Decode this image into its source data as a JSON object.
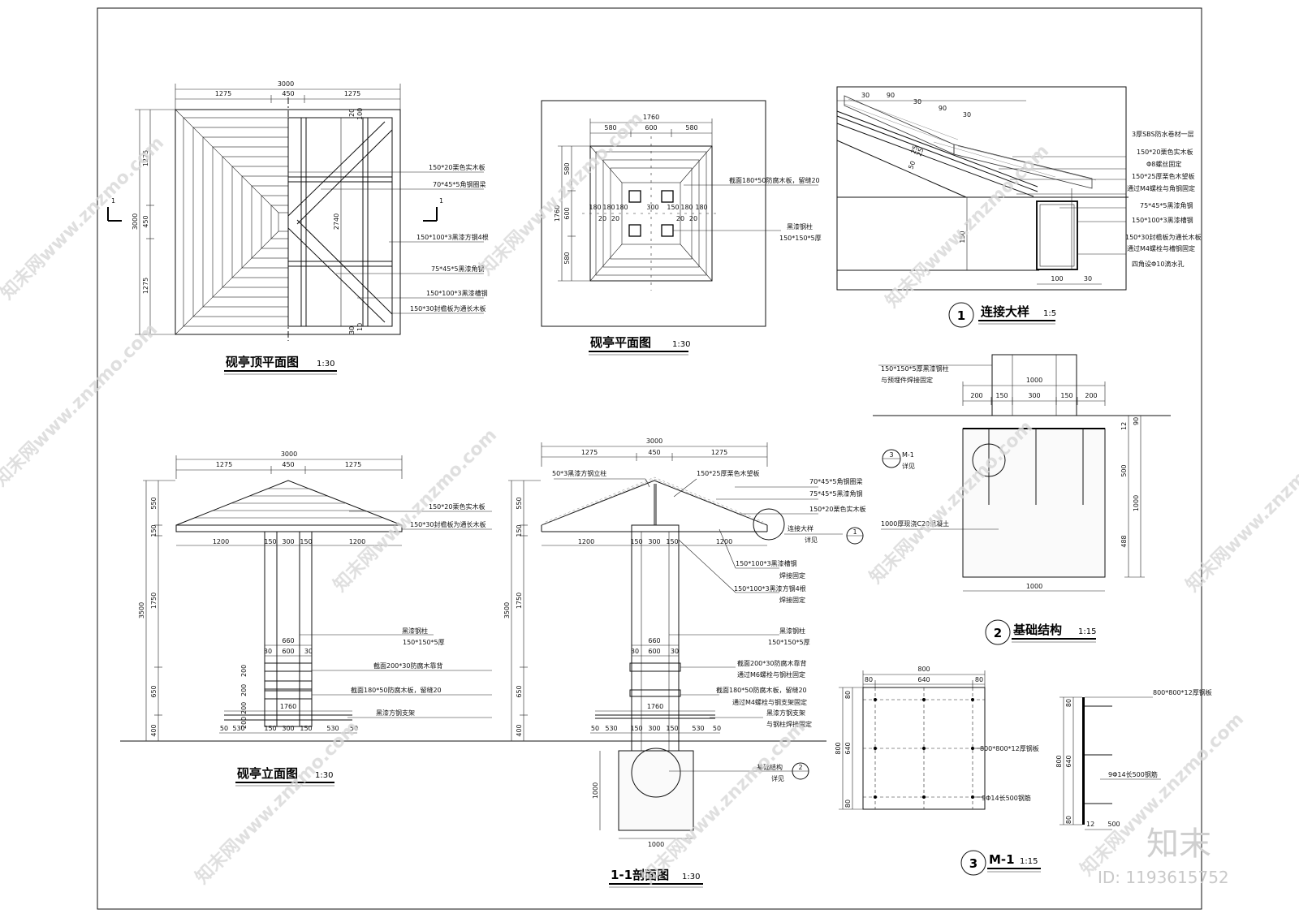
{
  "drawings": {
    "roof_plan": {
      "title": "砚亭顶平面图",
      "scale": "1:30",
      "dims_top": {
        "total": "3000",
        "a": "1275",
        "b": "450",
        "c": "1275"
      },
      "dims_left": {
        "total": "3000",
        "a": "1275",
        "b": "450",
        "c": "1275"
      },
      "dim_inner": "2740",
      "dim_edge_top": "20",
      "dim_edge_top2": "100",
      "dim_edge_bottom": "30",
      "dim_edge_bottom2": "10",
      "section_mark": "1",
      "labels": [
        "150*20栗色实木板",
        "70*45*5角钢圈梁",
        "150*100*3黑漆方钢4根",
        "75*45*5黑漆角钢",
        "150*100*3黑漆槽钢",
        "150*30封檐板为通长木板"
      ]
    },
    "floor_plan": {
      "title": "砚亭平面图",
      "scale": "1:30",
      "dims_top": {
        "total": "1760",
        "a": "580",
        "b": "600",
        "c": "580"
      },
      "dims_left": {
        "total": "1760",
        "a": "580",
        "b": "600",
        "c": "580"
      },
      "dims_row": [
        "180",
        "180",
        "180",
        "300",
        "150",
        "180",
        "180"
      ],
      "dims_small": [
        "20",
        "20",
        "20",
        "20"
      ],
      "labels": [
        "截面180*50防腐木板，留缝20",
        "黑漆钢柱",
        "150*150*5厚"
      ]
    },
    "detail1": {
      "title": "连接大样",
      "num": "1",
      "scale": "1:5",
      "dims_top": [
        "30",
        "90",
        "30",
        "90",
        "30"
      ],
      "dims_side": [
        "25",
        "25",
        "50"
      ],
      "dim_150": "150",
      "dims_bottom": [
        "100",
        "30"
      ],
      "labels": [
        "3厚SBS防水卷材一层",
        "150*20栗色实木板",
        "Φ8螺丝固定",
        "150*25厚栗色木望板",
        "通过M4螺栓与角钢固定",
        "75*45*5黑漆角钢",
        "150*100*3黑漆槽钢",
        "150*30封檐板为通长木板",
        "通过M4螺栓与槽钢固定",
        "四角设Φ10滴水孔"
      ]
    },
    "elevation": {
      "title": "砚亭立面图",
      "scale": "1:30",
      "dims_top": {
        "total": "3000",
        "a": "1275",
        "b": "450",
        "c": "1275"
      },
      "dims_mid": [
        "1200",
        "150",
        "300",
        "150",
        "1200"
      ],
      "dims_left": {
        "total": "3500",
        "a": "550",
        "b": "150",
        "c": "1750",
        "d": "650",
        "e": "400"
      },
      "dims_bench": [
        "660",
        "30",
        "600",
        "30"
      ],
      "dims_bench_v": [
        "200",
        "200",
        "200",
        "200"
      ],
      "dim_1760": "1760",
      "dims_bottom": [
        "50",
        "530",
        "150",
        "300",
        "150",
        "530",
        "50"
      ],
      "labels": [
        "150*20栗色实木板",
        "150*30封檐板为通长木板",
        "黑漆钢柱",
        "150*150*5厚",
        "截面200*30防腐木靠背",
        "截面180*50防腐木板，留缝20",
        "黑漆方钢支架"
      ]
    },
    "section": {
      "title": "1-1剖面图",
      "scale": "1:30",
      "dims_top": {
        "total": "3000",
        "a": "1275",
        "b": "450",
        "c": "1275"
      },
      "dims_mid": [
        "1200",
        "150",
        "300",
        "150",
        "1200"
      ],
      "dims_left": {
        "total": "3500",
        "a": "550",
        "b": "150",
        "c": "1750",
        "d": "650",
        "e": "400"
      },
      "dims_bench": [
        "660",
        "30",
        "600",
        "30"
      ],
      "dim_1760": "1760",
      "dims_bottom": [
        "50",
        "530",
        "150",
        "300",
        "150",
        "530",
        "50"
      ],
      "dim_foundation": "1000",
      "dim_foundation_w": "1000",
      "labels_top": [
        "50*3黑漆方钢立柱",
        "150*25厚栗色木望板",
        "70*45*5角钢圈梁",
        "75*45*5黑漆角钢",
        "150*20栗色实木板",
        "连接大样",
        "详见"
      ],
      "labels_right": [
        "150*100*3黑漆槽钢",
        "焊接固定",
        "150*100*3黑漆方钢4根",
        "焊接固定",
        "黑漆钢柱",
        "150*150*5厚",
        "截面200*30防腐木靠背",
        "通过M6螺栓与钢柱固定",
        "截面180*50防腐木板，留缝20",
        "通过M4螺栓与钢支架固定",
        "黑漆方钢支架",
        "与钢柱焊接固定",
        "基础结构",
        "详见"
      ],
      "ref1": "1",
      "ref2": "2"
    },
    "foundation": {
      "title": "基础结构",
      "num": "2",
      "scale": "1:15",
      "dims_top": {
        "total": "1000",
        "a": "200",
        "b": "150",
        "c": "300",
        "d": "150",
        "e": "200"
      },
      "dims_right": [
        "12",
        "90",
        "500",
        "1000",
        "488"
      ],
      "dim_bottom": "1000",
      "labels": [
        "150*150*5厚黑漆钢柱",
        "与预埋件焊接固定",
        "1000厚现浇C20混凝土"
      ],
      "ref": {
        "num": "3",
        "code": "M-1",
        "note": "详见"
      }
    },
    "m1": {
      "title": "M-1",
      "num": "3",
      "scale": "1:15",
      "dims_top": {
        "total": "800",
        "a": "80",
        "b": "640",
        "c": "80"
      },
      "dims_left": {
        "total": "800",
        "a": "80",
        "b": "640",
        "c": "80"
      },
      "dims_side": {
        "total": "800",
        "a": "80",
        "b": "640",
        "c": "80"
      },
      "dim_bottom": "500",
      "dim_12": "12",
      "labels": [
        "800*800*12厚钢板",
        "9Φ14长500钢筋",
        "800*800*12厚钢板",
        "9Φ14长500钢筋"
      ]
    }
  },
  "watermark": {
    "site": "知末网www.znzmo.com",
    "brand": "知末",
    "id": "ID: 1193615752"
  }
}
